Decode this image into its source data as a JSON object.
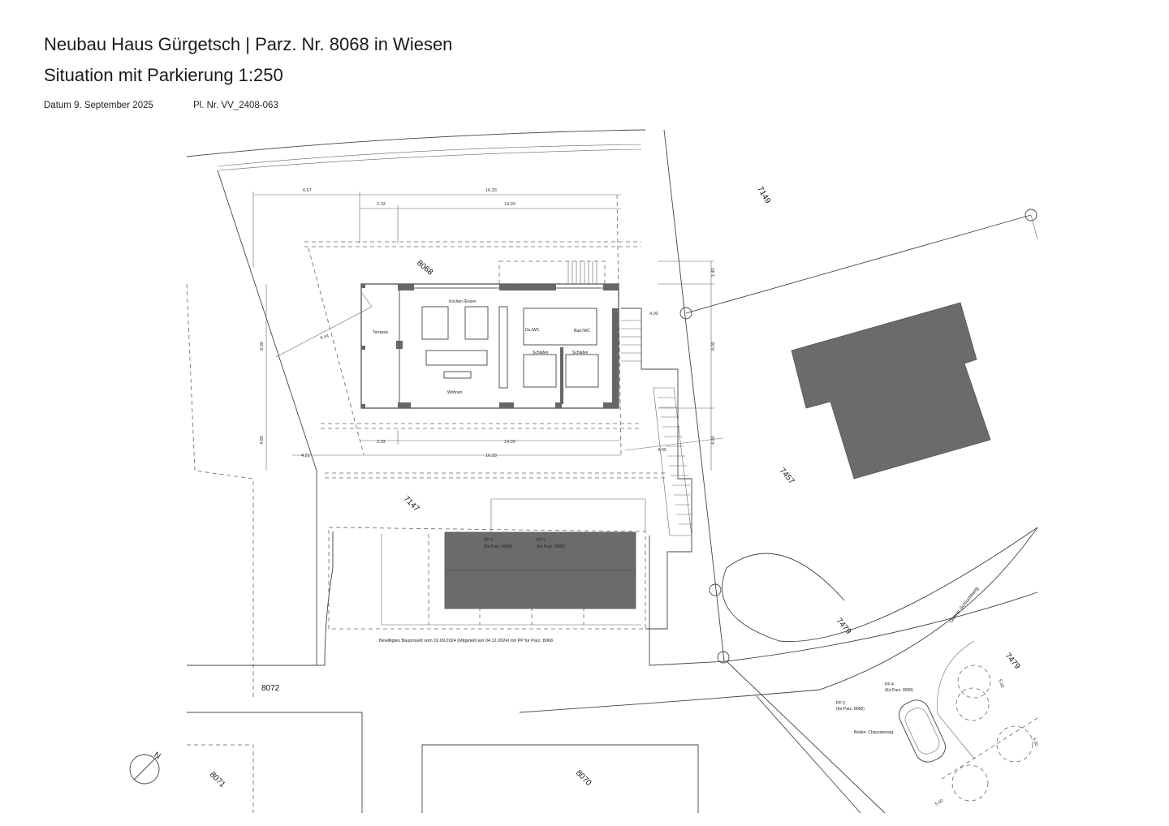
{
  "header": {
    "title": "Neubau Haus Gürgetsch | Parz. Nr. 8068 in Wiesen",
    "subtitle": "Situation mit Parkierung  1:250",
    "date": "Datum 9. September  2025",
    "plan_number": "Pl. Nr. VV_2408-063"
  },
  "parcels": {
    "p7149": "7149",
    "p8068": "8068",
    "p7457": "7457",
    "p7147": "7147",
    "p7479a": "7479",
    "p7479b": "7479",
    "p8072": "8072",
    "p8071": "8071",
    "p8070": "8070"
  },
  "street": "Oberer Schluchtweg",
  "north": "N",
  "rooms": {
    "kitchen": "Kochen /Essen",
    "terrace": "Terrasse",
    "living": "Wohnen",
    "shower": "Du./WC",
    "bath": "Bad./WC",
    "bed1": "Schlafen",
    "bed2": "Schlafen"
  },
  "dimensions": {
    "top_left": "6.67",
    "top_total": "16.33",
    "top_inner_left": "2.33",
    "top_inner": "14.00",
    "bottom_inner_left": "2.33",
    "bottom_inner": "14.00",
    "bottom_left": "4.21",
    "bottom_total": "16.33",
    "left_height": "8.00",
    "left_lower": "4.00",
    "right_top": "1.40",
    "right_height": "8.00",
    "right_lower": "4.00",
    "diag": "6.44",
    "stair_a": "4.00",
    "stair_b": "4.00",
    "pp_width": "5.00",
    "pp_depth": "5.00",
    "pp_bottom": "5.00"
  },
  "parking": {
    "pp1": "PP 1",
    "pp1_note": "(für Parz. 8068)",
    "pp2": "PP 2",
    "pp2_note": "(für Parz. 8068)",
    "pp3": "PP 3",
    "pp3_note": "(für Parz. 8068)",
    "pp4": "PP 4",
    "pp4_note": "(für Parz. 8068)",
    "surface": "Boden: Chaussierung",
    "approved_note": "Bewilligtes Bauprojekt vom 10.09.2024 (Mitgeteilt am 04.12.2024) mit PP für Parz. 8068"
  }
}
